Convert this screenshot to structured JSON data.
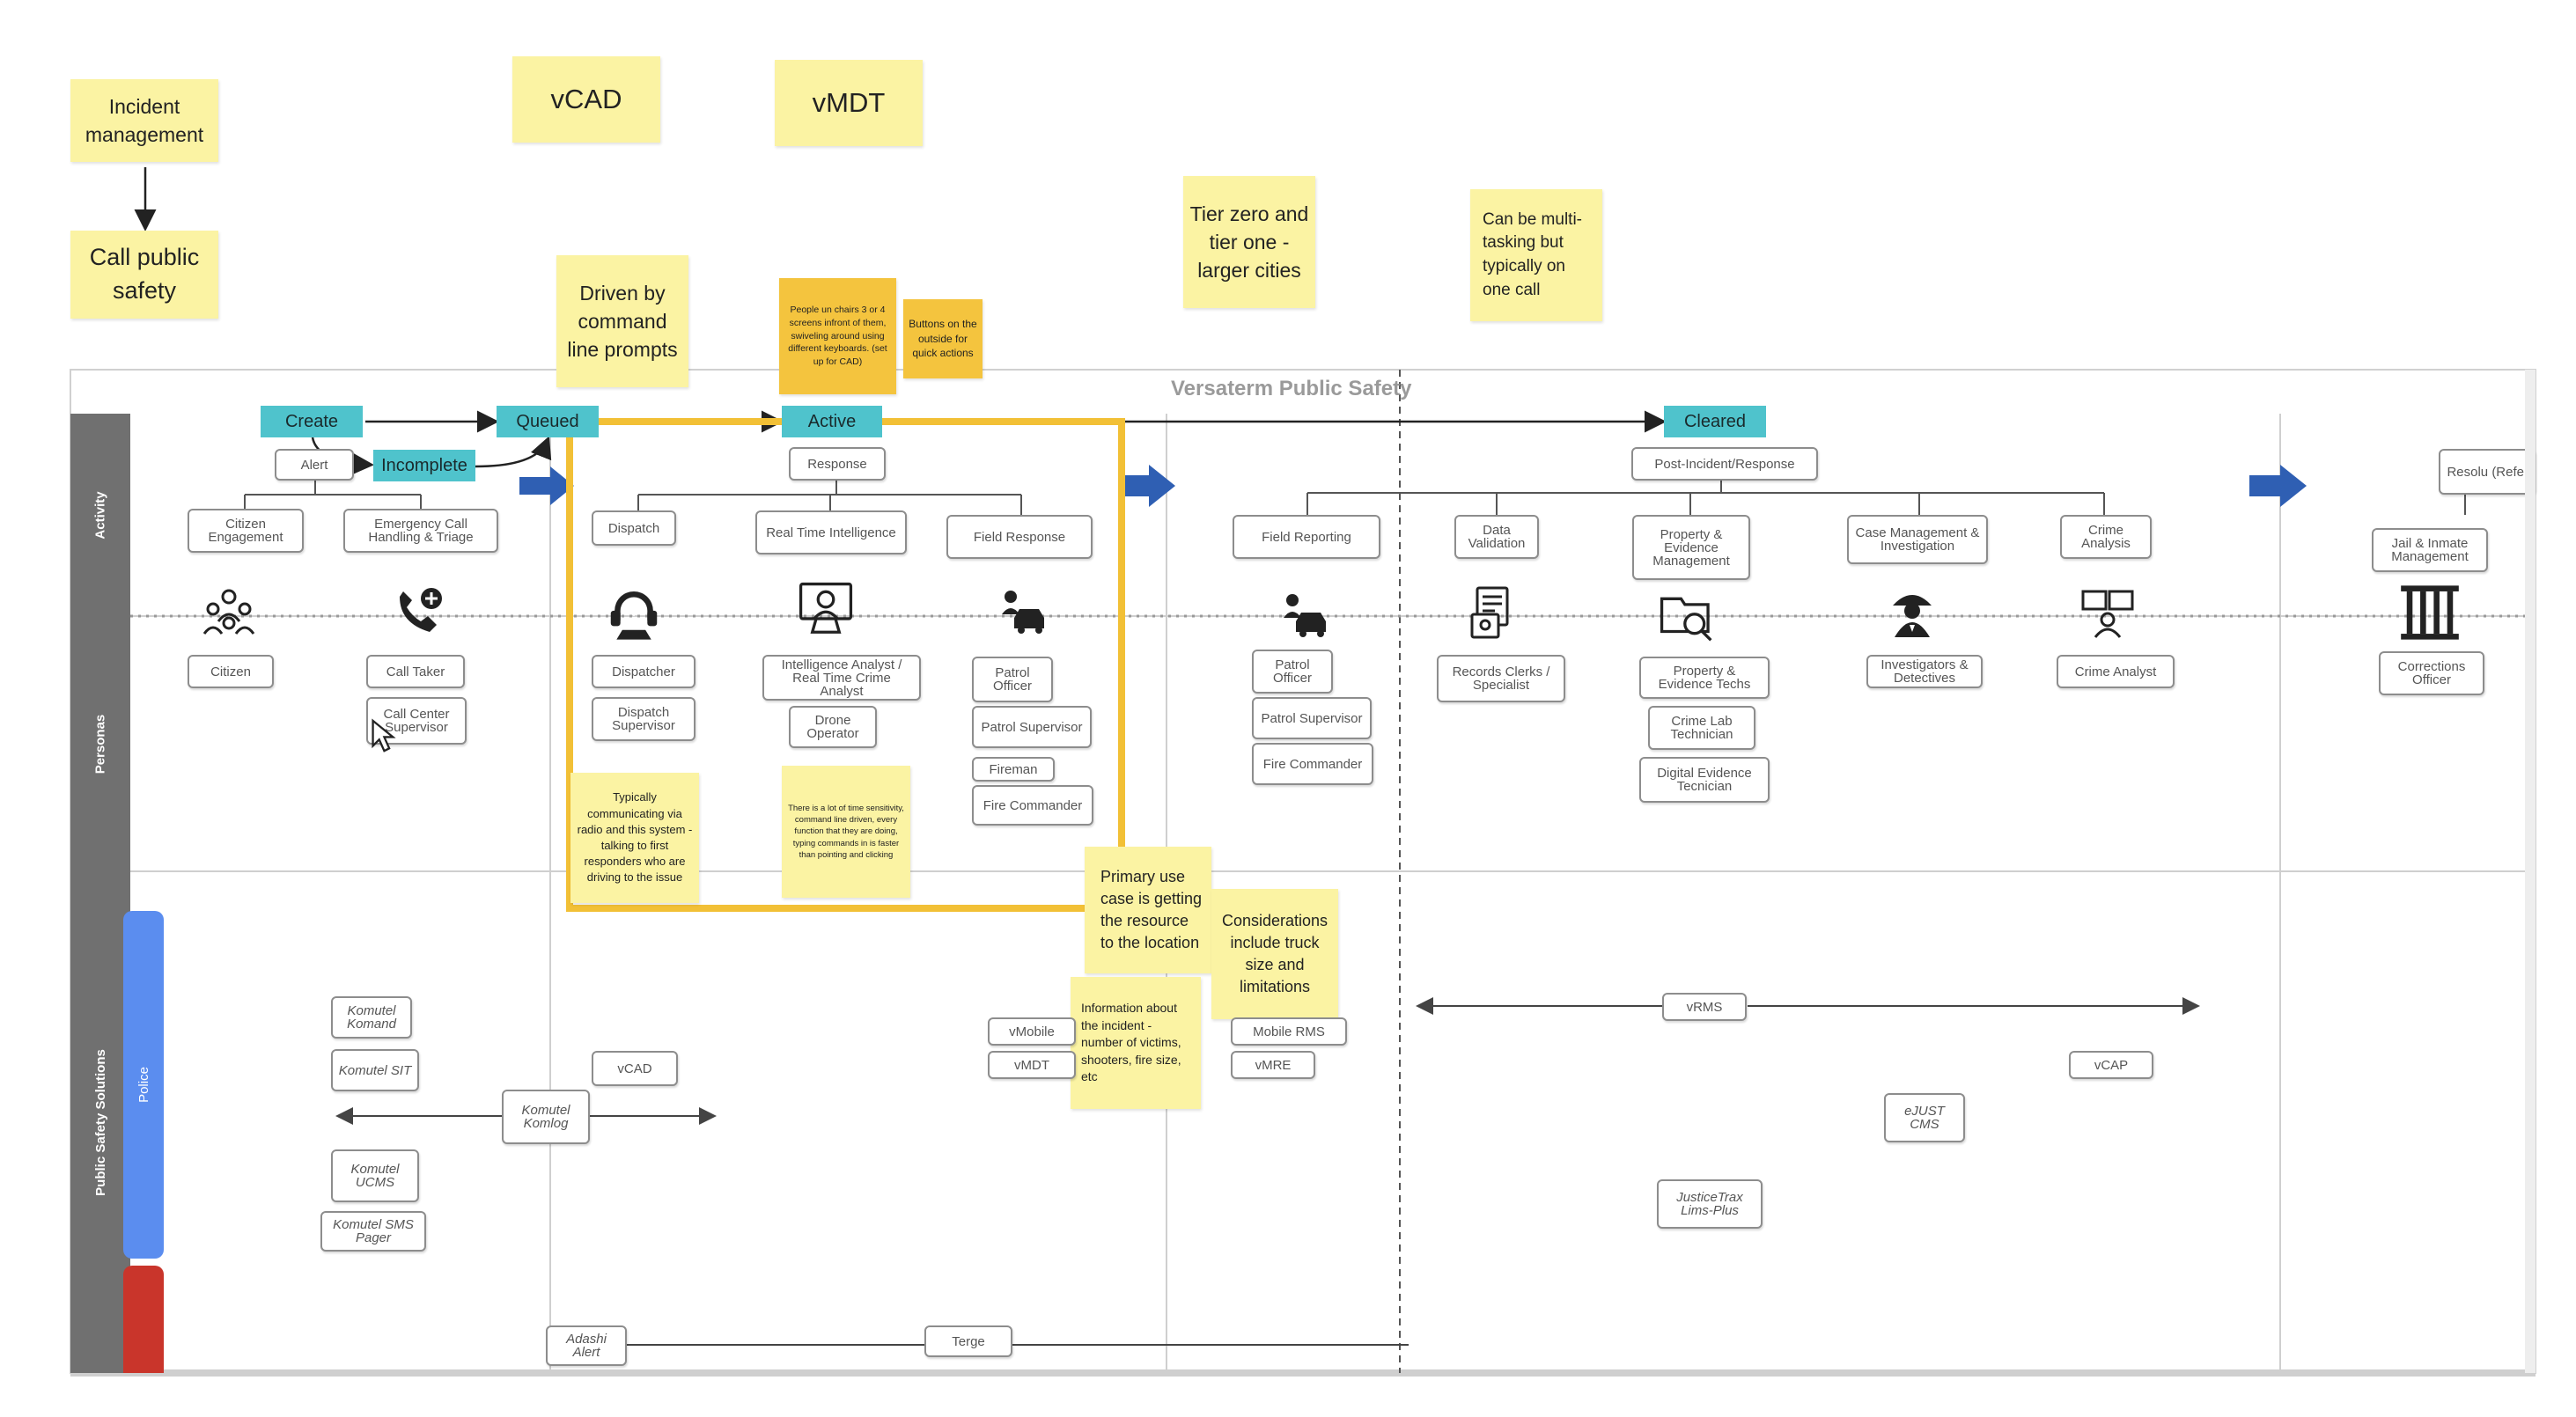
{
  "sticky_notes": {
    "incident_management": "Incident management",
    "call_public_safety": "Call public safety",
    "vcad": "vCAD",
    "vmdt": "vMDT",
    "driven_by_command": "Driven by command line prompts",
    "people_chairs": "People un chairs 3 or 4 screens infront of them, swiveling around using different keyboards. (set up for CAD)",
    "buttons_outside": "Buttons on the outside for quick actions",
    "tier_zero": "Tier zero and tier one - larger cities",
    "multi_tasking": "Can be multi-tasking but typically on one call",
    "typically_communicating": "Typically communicating via radio and this system - talking to first responders who are driving to the issue",
    "time_sensitivity": "There is a lot of time sensitivity, command line driven, every function that they are doing, typing commands in is faster than pointing and clicking",
    "primary_use_case": "Primary use case is getting the resource to the location",
    "considerations": "Considerations include truck size and limitations",
    "information_about": "Information about the incident - number of victims, shooters, fire size, etc"
  },
  "stages": {
    "create": "Create",
    "queued": "Queued",
    "active": "Active",
    "incomplete": "Incomplete",
    "cleared": "Cleared"
  },
  "diagram_title": "Versaterm Public Safety",
  "lanes": {
    "activity": "Activity",
    "personas": "Personas",
    "public_safety_solutions": "Public Safety Solutions",
    "police": "Police"
  },
  "activity": {
    "alert": "Alert",
    "citizen_engagement": "Citizen Engagement",
    "emergency_call": "Emergency Call Handling & Triage",
    "dispatch": "Dispatch",
    "response": "Response",
    "real_time_intelligence": "Real Time Intelligence",
    "field_response": "Field Response",
    "field_reporting": "Field Reporting",
    "post_incident": "Post-Incident/Response",
    "data_validation": "Data Validation",
    "property_evidence_mgmt": "Property & Evidence Management",
    "case_management": "Case Management & Investigation",
    "crime_analysis": "Crime Analysis",
    "resolution": "Resolu (Refer",
    "jail_inmate": "Jail & Inmate Management"
  },
  "personas": {
    "citizen": "Citizen",
    "call_taker": "Call Taker",
    "call_center_supervisor": "Call Center Supervisor",
    "dispatcher": "Dispatcher",
    "dispatch_supervisor": "Dispatch Supervisor",
    "intelligence_analyst": "Intelligence Analyst / Real Time Crime Analyst",
    "drone_operator": "Drone Operator",
    "patrol_officer": "Patrol Officer",
    "patrol_supervisor": "Patrol Supervisor",
    "fireman": "Fireman",
    "fire_commander": "Fire Commander",
    "patrol_officer_2": "Patrol Officer",
    "patrol_supervisor_2": "Patrol Supervisor",
    "fire_commander_2": "Fire Commander",
    "records_clerks": "Records Clerks / Specialist",
    "property_evidence_techs": "Property & Evidence Techs",
    "crime_lab_technician": "Crime Lab Technician",
    "digital_evidence": "Digital Evidence Tecnician",
    "investigators": "Investigators & Detectives",
    "crime_analyst": "Crime Analyst",
    "corrections_officer": "Corrections Officer"
  },
  "solutions": {
    "komutel_komand": "Komutel Komand",
    "komutel_sit": "Komutel SIT",
    "komutel_komlog": "Komutel Komlog",
    "komutel_ucms": "Komutel UCMS",
    "komutel_sms_pager": "Komutel SMS Pager",
    "vcad": "vCAD",
    "vmobile": "vMobile",
    "vmdt": "vMDT",
    "mobile_rms": "Mobile RMS",
    "vmre": "vMRE",
    "vrms": "vRMS",
    "vcap": "vCAP",
    "ejust_cms": "eJUST CMS",
    "justicetrax": "JusticeTrax Lims-Plus",
    "adashi_alert": "Adashi Alert",
    "terge": "Terge"
  },
  "icons": [
    "people-group-icon",
    "phone-plus-icon",
    "dispatcher-headset-icon",
    "analyst-monitor-icon",
    "patrol-car-icon",
    "patrol-car-icon",
    "records-documents-icon",
    "evidence-magnifier-icon",
    "detective-icon",
    "crime-analyst-screens-icon",
    "jail-bars-icon"
  ],
  "colors": {
    "sticky": "#fbf3a3",
    "sticky_orange": "#f4c43e",
    "stage": "#4fc3cc",
    "highlight_border": "#f2c036",
    "lane_gray": "#707070",
    "police_blue": "#5b8def",
    "red_lane": "#c9352b",
    "arrow_blue": "#2f5fb3"
  }
}
